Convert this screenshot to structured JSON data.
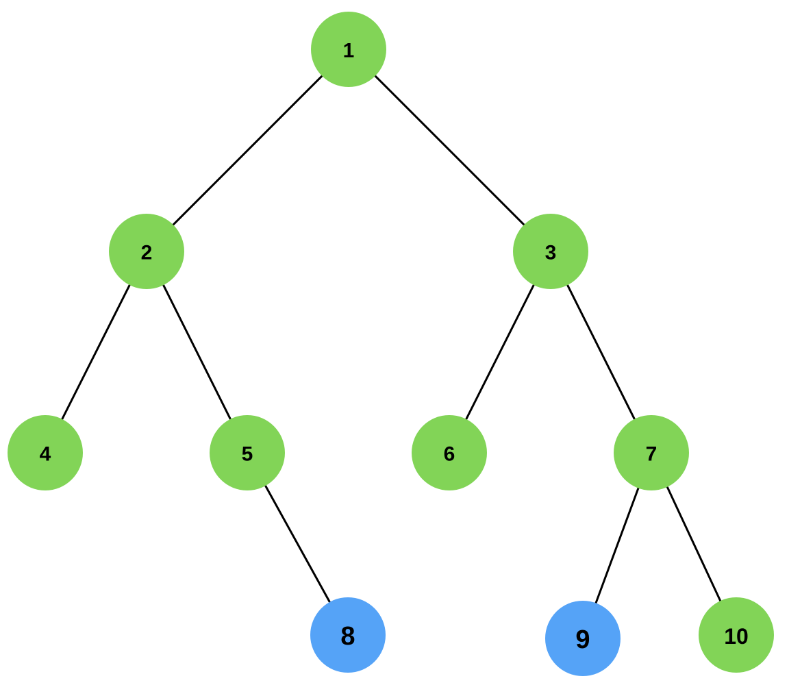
{
  "colors": {
    "default_node": "#82d457",
    "highlight_node": "#55a3f7",
    "edge": "#000000",
    "label": "#000000",
    "background": "#ffffff"
  },
  "nodes": [
    {
      "id": "1",
      "label": "1",
      "highlight": false
    },
    {
      "id": "2",
      "label": "2",
      "highlight": false
    },
    {
      "id": "3",
      "label": "3",
      "highlight": false
    },
    {
      "id": "4",
      "label": "4",
      "highlight": false
    },
    {
      "id": "5",
      "label": "5",
      "highlight": false
    },
    {
      "id": "6",
      "label": "6",
      "highlight": false
    },
    {
      "id": "7",
      "label": "7",
      "highlight": false
    },
    {
      "id": "8",
      "label": "8",
      "highlight": true
    },
    {
      "id": "9",
      "label": "9",
      "highlight": true
    },
    {
      "id": "10",
      "label": "10",
      "highlight": false
    }
  ],
  "edges": [
    {
      "from": "1",
      "to": "2"
    },
    {
      "from": "1",
      "to": "3"
    },
    {
      "from": "2",
      "to": "4"
    },
    {
      "from": "2",
      "to": "5"
    },
    {
      "from": "3",
      "to": "6"
    },
    {
      "from": "3",
      "to": "7"
    },
    {
      "from": "5",
      "to": "8"
    },
    {
      "from": "7",
      "to": "9"
    },
    {
      "from": "7",
      "to": "10"
    }
  ]
}
